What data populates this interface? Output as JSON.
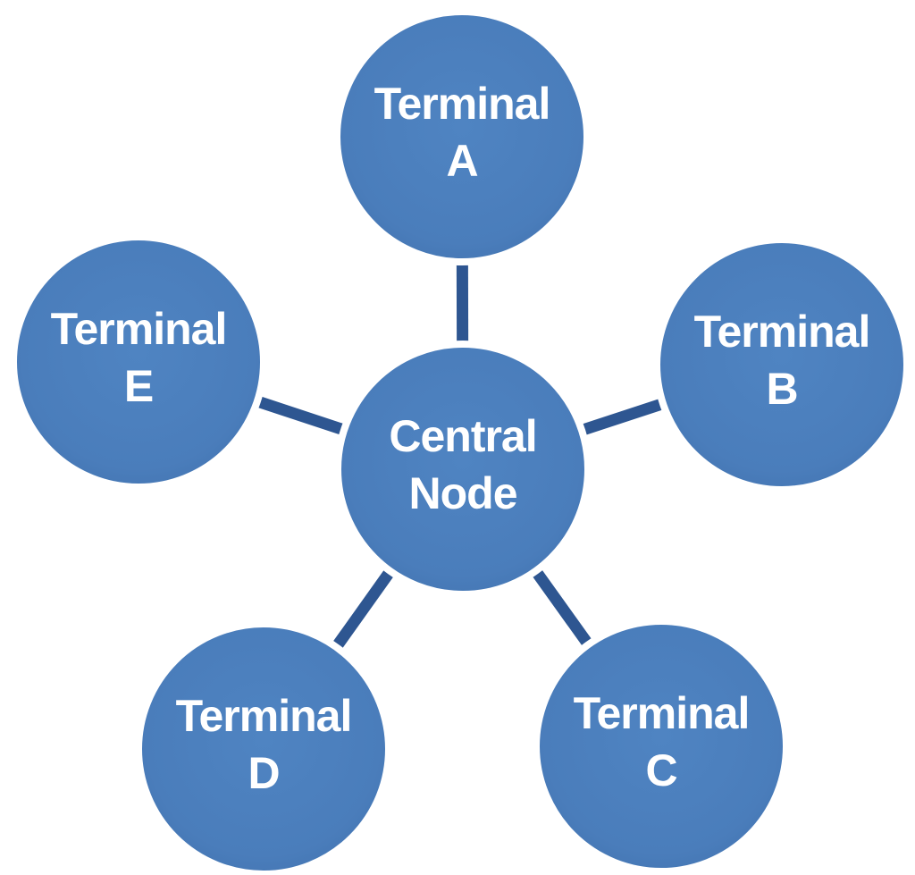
{
  "diagram": {
    "kind": "star-network-topology",
    "colors": {
      "node_fill": "#4a7dbb",
      "node_fill_edge": "#4678b4",
      "connector": "#2e5691",
      "label_text": "#ffffff",
      "background": "#ffffff"
    },
    "center": {
      "id": "central-node",
      "label_line1": "Central",
      "label_line2": "Node"
    },
    "terminals": [
      {
        "id": "terminal-a",
        "label_line1": "Terminal",
        "label_line2": "A"
      },
      {
        "id": "terminal-b",
        "label_line1": "Terminal",
        "label_line2": "B"
      },
      {
        "id": "terminal-c",
        "label_line1": "Terminal",
        "label_line2": "C"
      },
      {
        "id": "terminal-d",
        "label_line1": "Terminal",
        "label_line2": "D"
      },
      {
        "id": "terminal-e",
        "label_line1": "Terminal",
        "label_line2": "E"
      }
    ],
    "connections": [
      [
        "central-node",
        "terminal-a"
      ],
      [
        "central-node",
        "terminal-b"
      ],
      [
        "central-node",
        "terminal-c"
      ],
      [
        "central-node",
        "terminal-d"
      ],
      [
        "central-node",
        "terminal-e"
      ]
    ]
  }
}
